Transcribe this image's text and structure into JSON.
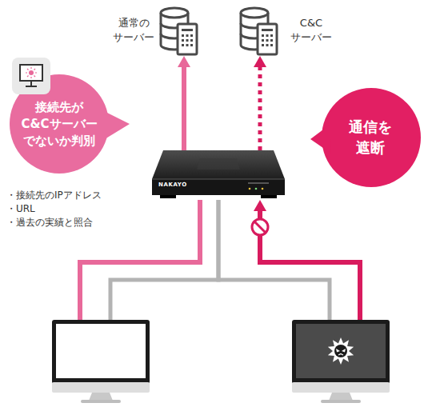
{
  "diagram": {
    "nodes": [
      {
        "text": [
          "通常の サーバー"
        ]
      },
      {
        "text": [
          "C&C サーバー"
        ]
      },
      {
        "text": [
          "接続先が C&Cサーバー でないか判別"
        ]
      },
      {
        "text": [
          "通信を 遮断"
        ]
      },
      {
        "text": [
          "NAKAYO"
        ]
      },
      {
        "text": []
      },
      {
        "text": []
      }
    ],
    "edges": [
      {
        "from": 5,
        "to": 4,
        "arrow": "none"
      },
      {
        "from": 4,
        "to": 0,
        "arrow": "to"
      },
      {
        "from": 5,
        "to": 4,
        "arrow": "none"
      },
      {
        "from": 6,
        "to": 4,
        "arrow": "none"
      },
      {
        "from": 6,
        "to": 4,
        "arrow": "to"
      },
      {
        "from": 4,
        "to": 1,
        "arrow": "to"
      }
    ],
    "labels": [
      "・接続先のIPアドレス",
      "・URL",
      "・過去の実績と照合"
    ]
  }
}
